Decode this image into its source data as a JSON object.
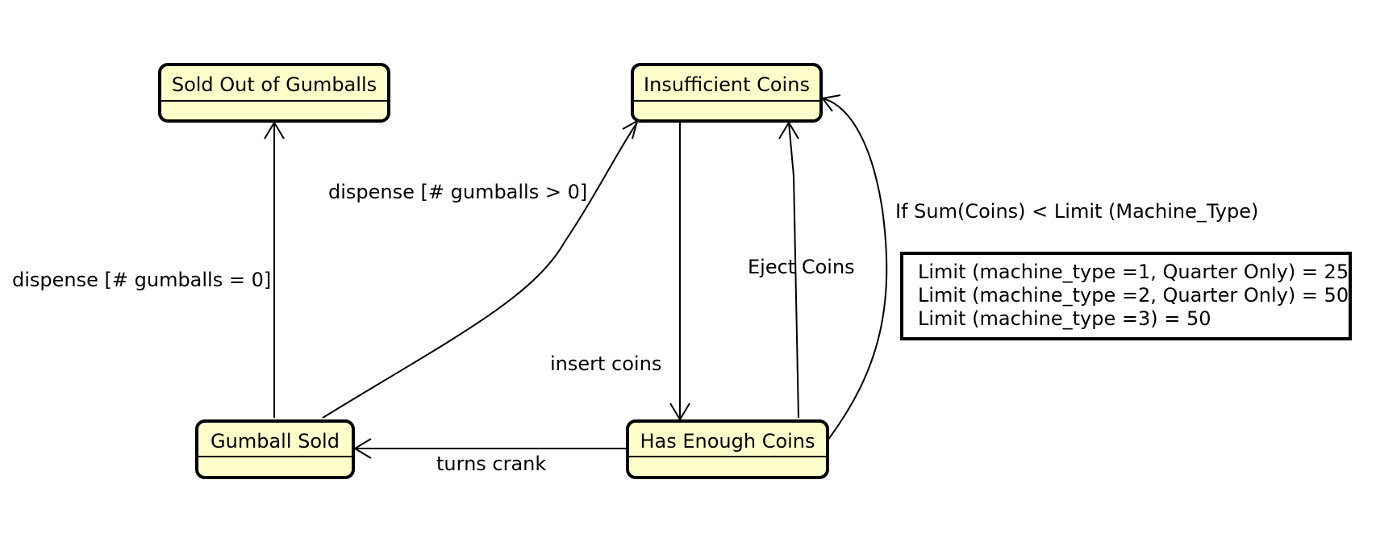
{
  "states": {
    "sold_out": "Sold Out of Gumballs",
    "insufficient": "Insufficient Coins",
    "gumball_sold": "Gumball Sold",
    "has_enough": "Has Enough Coins"
  },
  "transitions": {
    "dispense_zero": "dispense [# gumballs = 0]",
    "dispense_positive": "dispense [# gumballs > 0]",
    "insert_coins": "insert coins",
    "eject_coins": "Eject Coins",
    "sum_less_limit": "If Sum(Coins) < Limit (Machine_Type)",
    "turns_crank": "turns crank"
  },
  "note": {
    "lines": [
      "Limit (machine_type =1, Quarter Only) = 25",
      "Limit (machine_type =2, Quarter Only) = 50",
      "Limit (machine_type =3) = 50"
    ]
  }
}
